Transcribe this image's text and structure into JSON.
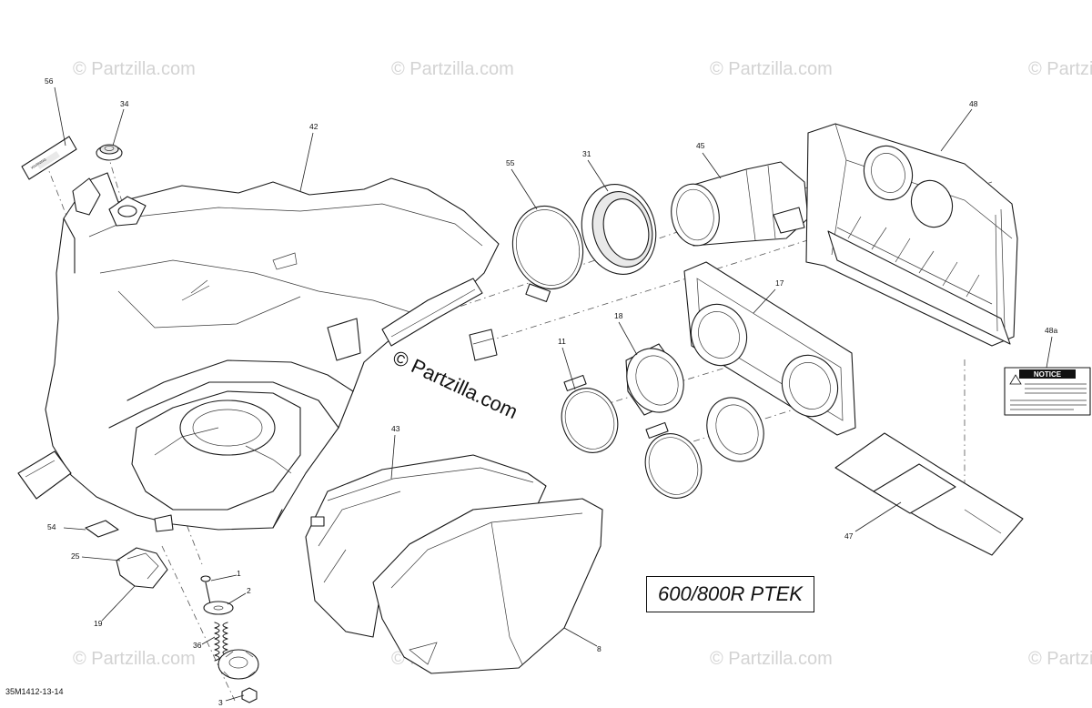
{
  "diagram": {
    "model_label": "600/800R PTEK",
    "figure_id": "35M1412-13-14",
    "watermark_small": "© Partzilla.com",
    "watermark_main": "© Partzilla.com",
    "notice_label": "NOTICE",
    "callouts": {
      "c1": "1",
      "c2": "2",
      "c3": "3",
      "c8": "8",
      "c11": "11",
      "c17": "17",
      "c18": "18",
      "c19": "19",
      "c25": "25",
      "c31": "31",
      "c34": "34",
      "c36": "36",
      "c42": "42",
      "c43": "43",
      "c45": "45",
      "c47": "47",
      "c48": "48",
      "c48a": "48a",
      "c54": "54",
      "c55": "55",
      "c56": "56"
    }
  }
}
